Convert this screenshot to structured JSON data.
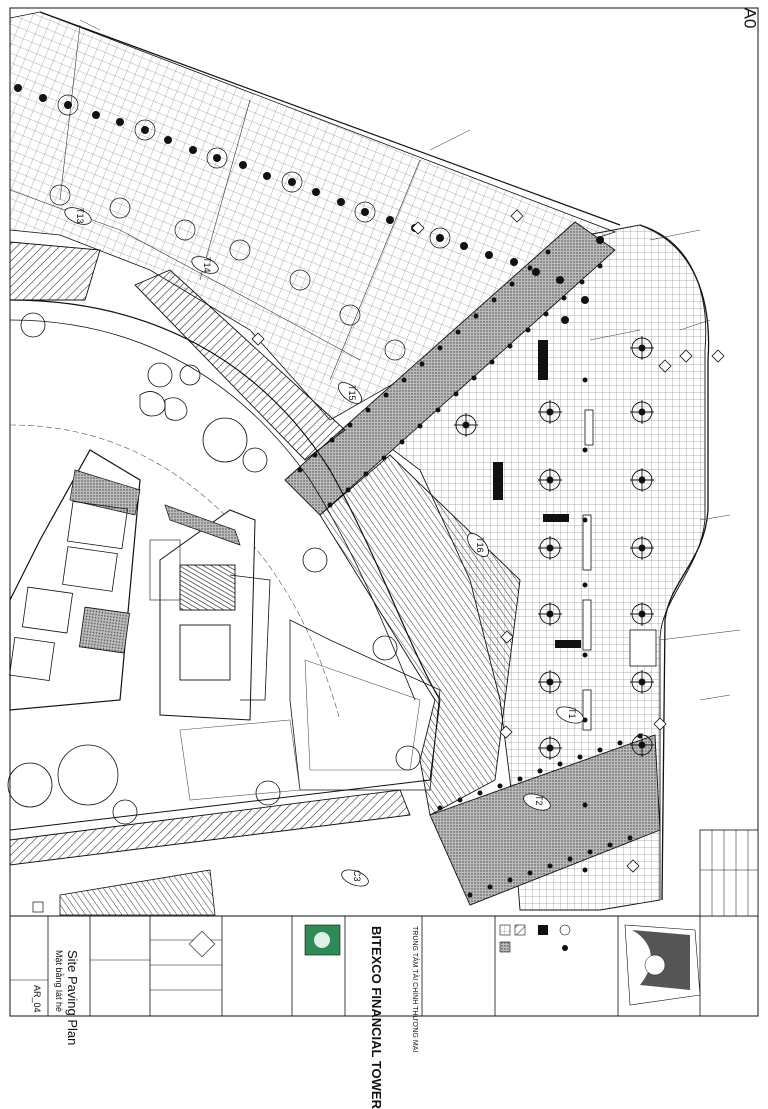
{
  "sheet": {
    "size_label": "A0",
    "title_en": "Site Paving Plan",
    "title_vn": "Mặt bằng lát hè",
    "drawing_no": "AR_04",
    "project_name": "BITEXCO FINANCIAL TOWER",
    "project_vn": "TRUNG TÂM TÀI CHÍNH THƯƠNG MẠI",
    "stamp": "BITEXCO"
  },
  "plan_tags": [
    "T13",
    "T14",
    "T15",
    "T16",
    "T1",
    "T2",
    "C3"
  ],
  "colors": {
    "line": "#111111",
    "hatch": "#333333",
    "paper": "#ffffff",
    "stamp_green": "#2e8b57"
  },
  "icons": [
    "tree-symbol-icon",
    "light-bollard-icon",
    "north-arrow-icon",
    "site-keyplan-icon"
  ]
}
